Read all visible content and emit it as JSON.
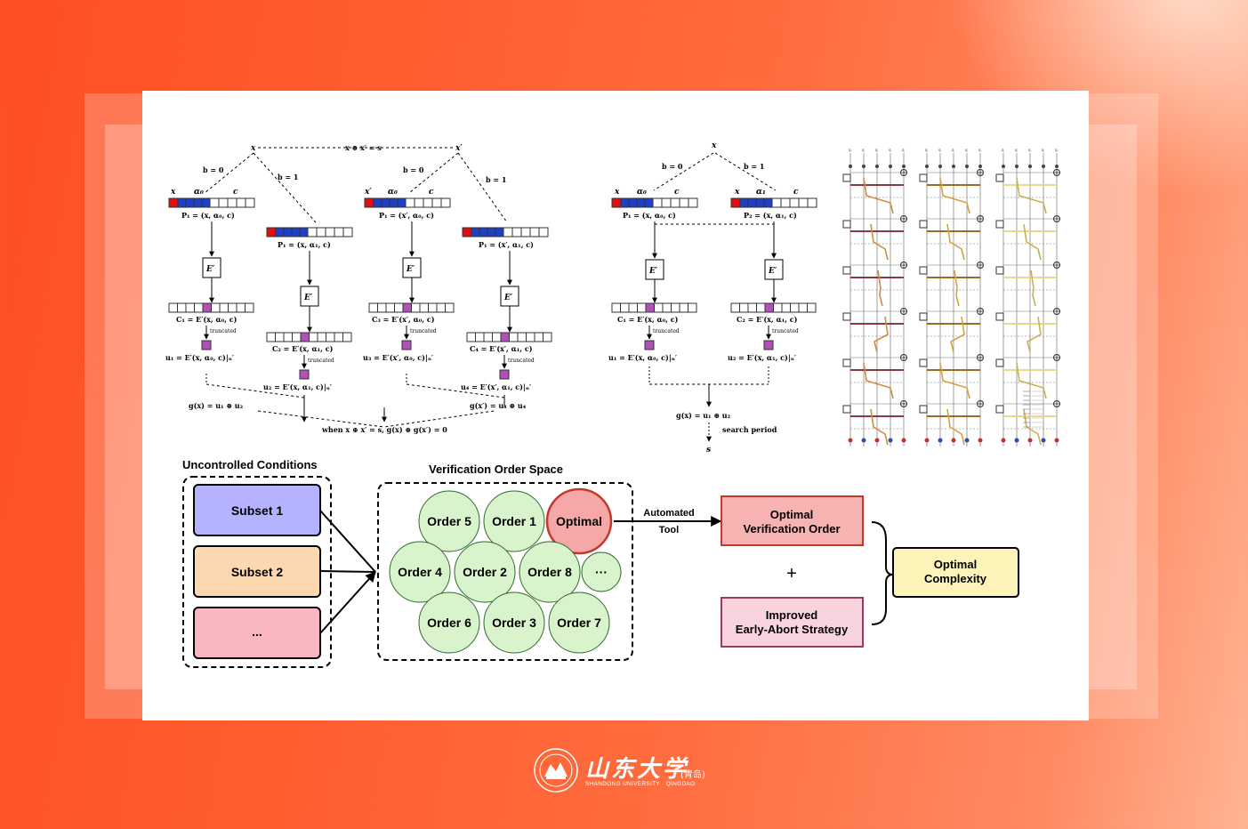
{
  "colors": {
    "background": "#ff5a2e",
    "panel": "#ffffff",
    "subset1": "#b3b3ff",
    "subset2": "#fcd8b0",
    "subset3": "#f7b6c0",
    "order_circle": "#d9f3cc",
    "optimal_circle": "#f6a8a8",
    "optimal_border": "#c0392b",
    "result_box": "#f7b2b2",
    "improved_box": "#f9d4de",
    "complexity_box": "#fbf3b8"
  },
  "left_diagram": {
    "top_eq": "x ⊕ x′ = s",
    "var_x": "x",
    "var_xp": "x′",
    "b0": "b = 0",
    "b1": "b = 1",
    "in_labels": [
      "x",
      "α₀",
      "c",
      "x′",
      "α₀",
      "c"
    ],
    "p_labels": [
      "P₁ = (x, α₀, c)",
      "P₁ = (x, α₁, c)",
      "P₁ = (x′, α₀, c)",
      "P₁ = (x′, α₁, c)"
    ],
    "e": "E′",
    "c_labels": [
      "C₁ = E′(x, α₀, c)",
      "C₂ = E′(x, α₁, c)",
      "C₃ = E′(x′, α₀, c)",
      "C₄ = E′(x′, α₁, c)"
    ],
    "truncated": "truncated",
    "u_labels": [
      "u₁ = E′(x, α₀, c)|ₙ′",
      "u₂ = E′(x, α₁, c)|ₙ′",
      "u₃ = E′(x′, α₀, c)|ₙ′",
      "u₄ = E′(x′, α₁, c)|ₙ′"
    ],
    "gx": "g(x) = u₁ ⊕ u₂",
    "gxp": "g(x′) = u₃ ⊕ u₄",
    "bottom": "when x ⊕ x′ = s, g(x) ⊕ g(x′) = 0"
  },
  "mid_diagram": {
    "var_x": "x",
    "b0": "b = 0",
    "b1": "b = 1",
    "in_labels": [
      "x",
      "α₀",
      "c",
      "x",
      "α₁",
      "c"
    ],
    "p_labels": [
      "P₁ = (x, α₀, c)",
      "P₂ = (x, α₁, c)"
    ],
    "e": "E′",
    "c_labels": [
      "C₁ = E′(x, α₀, c)",
      "C₂ = E′(x, α₁, c)"
    ],
    "truncated": "truncated",
    "u_labels": [
      "u₁ = E′(x, α₀, c)|ₙ′",
      "u₂ = E′(x, α₁, c)|ₙ′"
    ],
    "gx": "g(x) = u₁ ⊕ u₂",
    "search": "search period",
    "s": "s"
  },
  "circuit": {
    "columns": [
      {
        "line_color": "#7a1f2b",
        "accent": "#d18b3d"
      },
      {
        "line_color": "#8b5a00",
        "accent": "#d6a53a"
      },
      {
        "line_color": "#e5d47a",
        "accent": "#c9b24e"
      }
    ]
  },
  "flow": {
    "uncontrolled_title": "Uncontrolled Conditions",
    "subsets": [
      "Subset 1",
      "Subset 2",
      "..."
    ],
    "space_title": "Verification Order Space",
    "orders": [
      "Order 5",
      "Order 1",
      "Optimal",
      "Order 4",
      "Order 2",
      "Order 8",
      "···",
      "Order 6",
      "Order 3",
      "Order 7"
    ],
    "tool_line1": "Automated",
    "tool_line2": "Tool",
    "result_line1": "Optimal",
    "result_line2": "Verification Order",
    "plus": "+",
    "improved_line1": "Improved",
    "improved_line2": "Early-Abort Strategy",
    "complexity_line1": "Optimal",
    "complexity_line2": "Complexity"
  },
  "logo": {
    "name_cn": "山东大学",
    "campus_cn": "(青岛)",
    "name_en": "SHANDONG UNIVERSITY · QINGDAO"
  }
}
